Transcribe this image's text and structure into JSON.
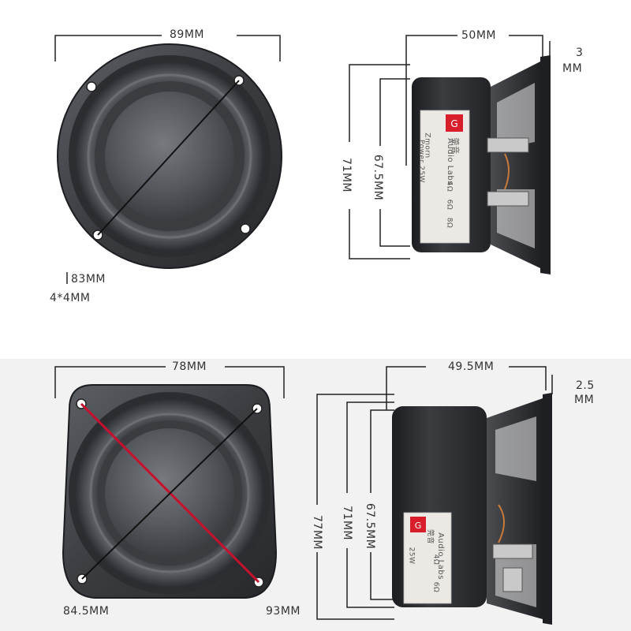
{
  "top_round": {
    "width_label": "89MM",
    "diagonal_label": "83MM",
    "hole_label": "4*4MM"
  },
  "top_side": {
    "depth_label": "50MM",
    "flange_label_1": "3",
    "flange_label_2": "MM",
    "outer_height_label": "71MM",
    "basket_height_label": "67.5MM",
    "sticker": {
      "brand_cn": "莞音",
      "brand_en": "Audio Labs",
      "model": "Zmorn",
      "power": "Power 25W",
      "ohm_1": "4Ω",
      "ohm_2": "6Ω",
      "ohm_3": "8Ω"
    }
  },
  "bottom_square": {
    "width_label": "78MM",
    "diagonal_left_label": "84.5MM",
    "diagonal_right_label": "93MM"
  },
  "bottom_side": {
    "depth_label": "49.5MM",
    "flange_label_1": "2.5",
    "flange_label_2": "MM",
    "outer_height_label": "77MM",
    "mid_height_label": "71MM",
    "basket_height_label": "67.5MM",
    "sticker": {
      "brand_cn": "莞音",
      "brand_en": "Audio Labs",
      "power": "25W",
      "ohm_1": "4Ω",
      "ohm_2": "6Ω"
    }
  },
  "colors": {
    "speaker_dark": "#3a3d42",
    "speaker_frame": "#2a2c30",
    "cone": "#55585d",
    "diagonal_black": "#111111",
    "diagonal_red": "#c8102e",
    "dimension_line": "#222222"
  }
}
